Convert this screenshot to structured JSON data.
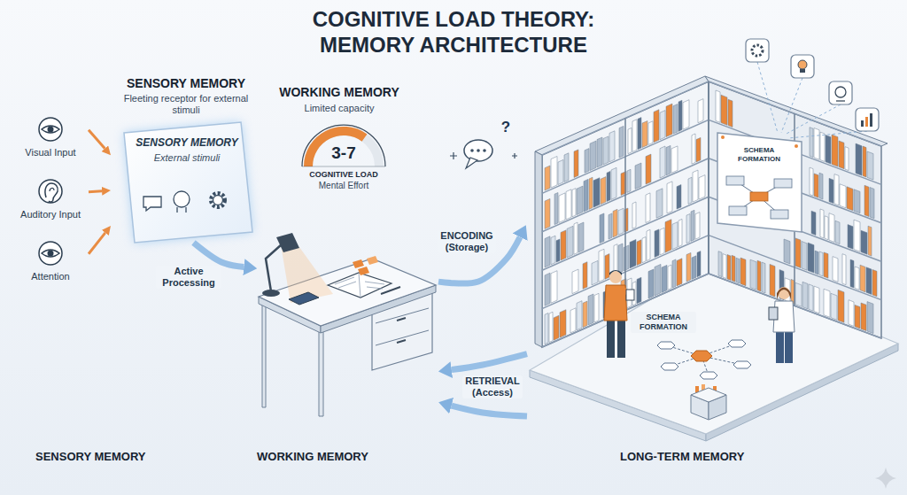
{
  "diagram": {
    "title": "COGNITIVE LOAD THEORY: MEMORY ARCHITECTURE",
    "nodes": [
      {
        "text": [
          "Visual Input"
        ]
      },
      {
        "text": [
          "Auditory Input"
        ]
      },
      {
        "text": [
          "Attention"
        ]
      },
      {
        "text": [
          "SENSORY MEMORY",
          "Fleeting receptor for external stimuli",
          "SENSORY MEMORY",
          "External stimuli"
        ]
      },
      {
        "text": [
          "WORKING MEMORY",
          "Limited capacity",
          "3-7",
          "COGNITIVE LOAD",
          "Mental Effort"
        ]
      },
      {
        "text": [
          "SCHEMA FORMATION",
          "SCHEMA FORMATION"
        ]
      }
    ],
    "edges": [
      {
        "from": 0,
        "to": 3,
        "arrow": "to"
      },
      {
        "from": 1,
        "to": 3,
        "arrow": "to"
      },
      {
        "from": 2,
        "to": 3,
        "arrow": "to"
      },
      {
        "from": 3,
        "to": 4,
        "label": "Active Processing",
        "arrow": "to"
      },
      {
        "from": 4,
        "to": 5,
        "label": "ENCODING (Storage)",
        "arrow": "to"
      },
      {
        "from": 5,
        "to": 4,
        "label": "RETRIEVAL (Access)",
        "arrow": "to"
      },
      {
        "from": 5,
        "to": 4,
        "arrow": "to"
      }
    ],
    "labels": [
      "?",
      "SENSORY MEMORY",
      "WORKING MEMORY",
      "LONG-TERM MEMORY"
    ]
  }
}
